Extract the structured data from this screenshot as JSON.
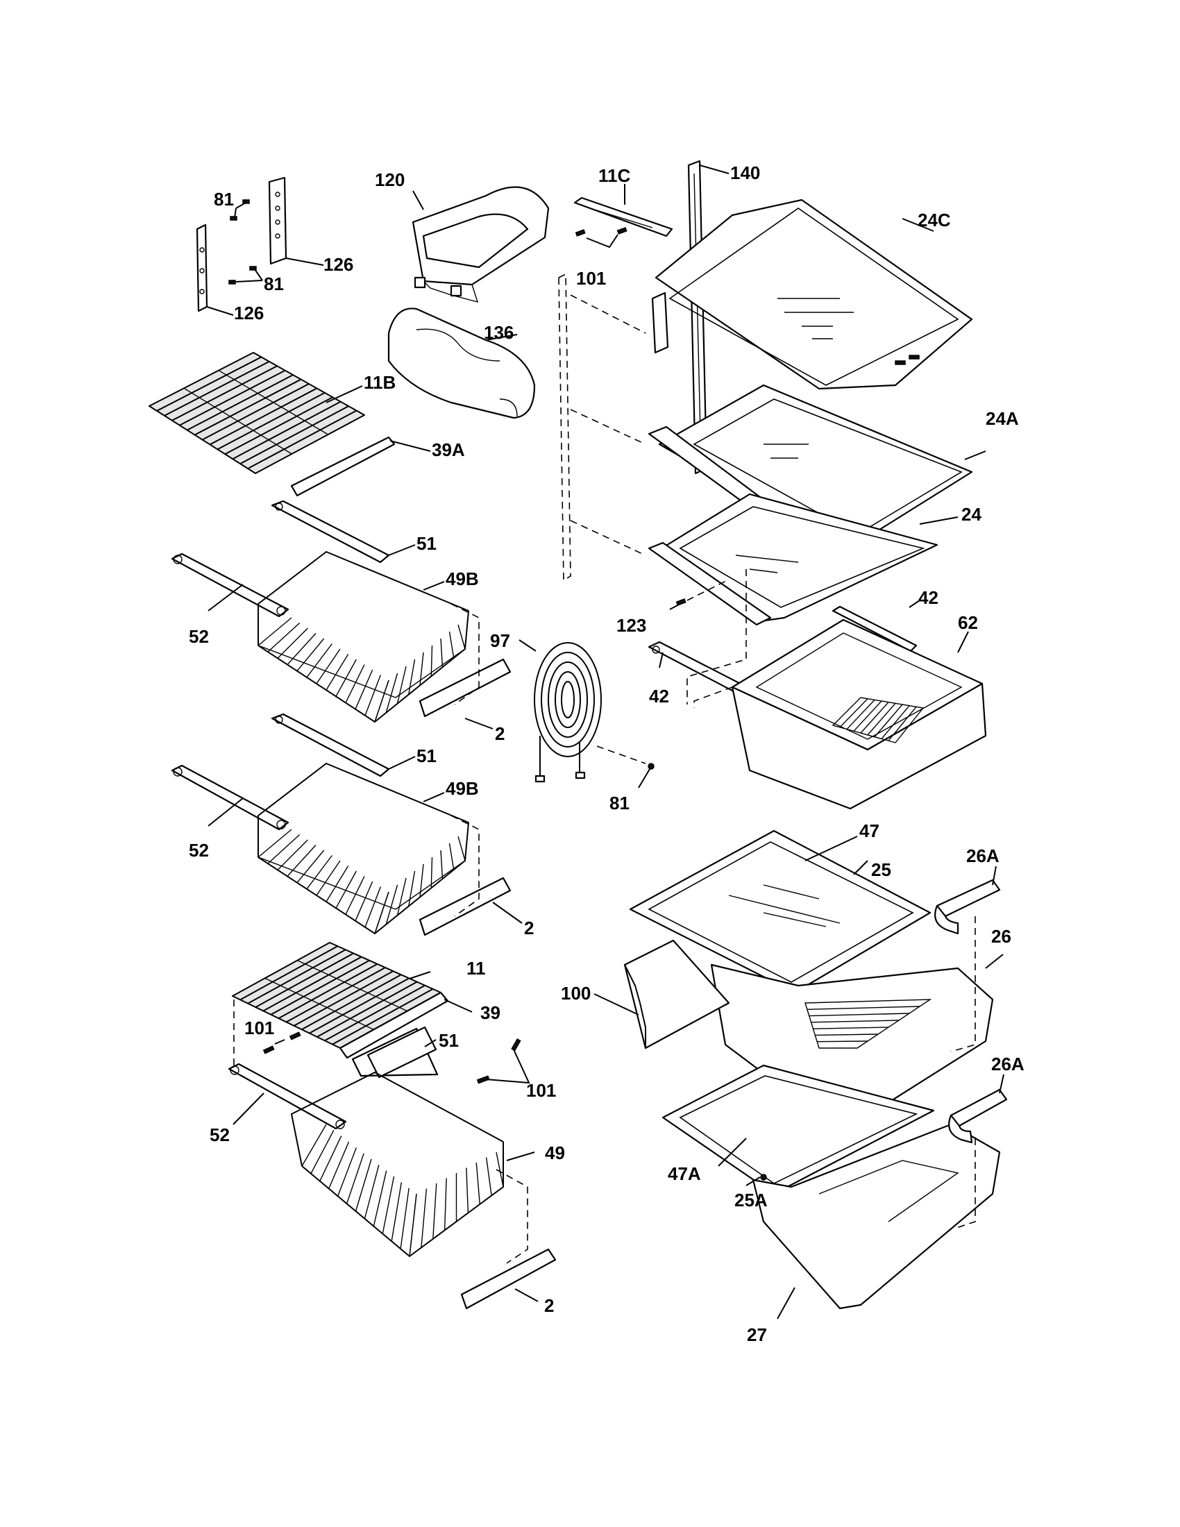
{
  "callouts": {
    "c81a": "81",
    "c81b": "81",
    "c81c": "81",
    "c126a": "126",
    "c126b": "126",
    "c120": "120",
    "c136": "136",
    "c11b": "11B",
    "c39a": "39A",
    "c51a": "51",
    "c51b": "51",
    "c51c": "51",
    "c49ba": "49B",
    "c49bb": "49B",
    "c49": "49",
    "c52a": "52",
    "c52b": "52",
    "c52c": "52",
    "c97": "97",
    "c2a": "2",
    "c2b": "2",
    "c2c": "2",
    "c11": "11",
    "c39": "39",
    "c101a": "101",
    "c101b": "101",
    "c101c": "101",
    "c11c": "11C",
    "c140": "140",
    "c24c": "24C",
    "c24a": "24A",
    "c24": "24",
    "c123": "123",
    "c42a": "42",
    "c42b": "42",
    "c62": "62",
    "c47": "47",
    "c25": "25",
    "c26a1": "26A",
    "c26": "26",
    "c26a2": "26A",
    "c100": "100",
    "c47a": "47A",
    "c25a": "25A",
    "c27": "27"
  }
}
